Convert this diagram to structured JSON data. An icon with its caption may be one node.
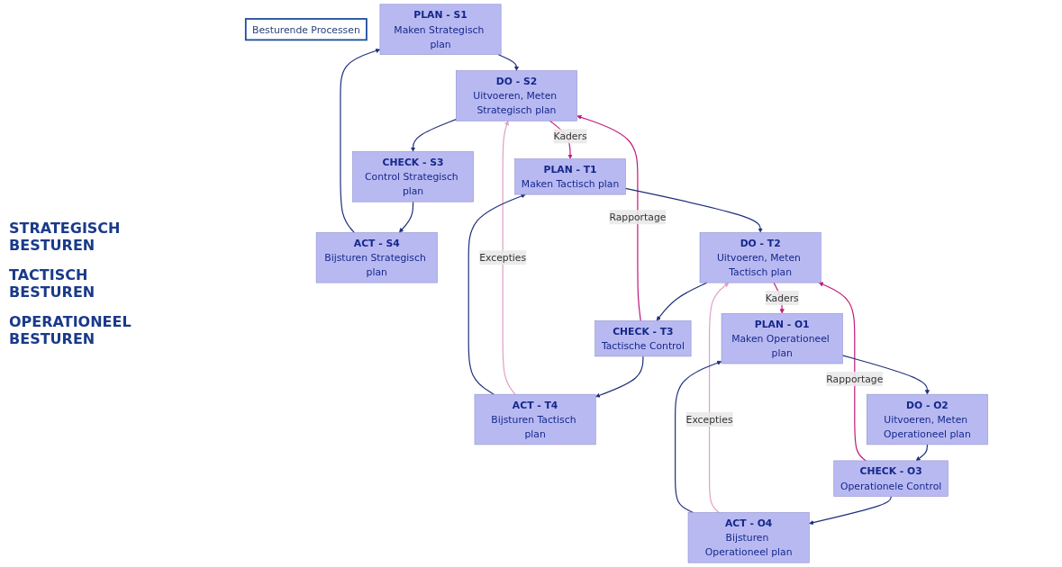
{
  "diagram": {
    "nodes": [
      {
        "text": [
          "Besturende Processen"
        ]
      },
      {
        "text": [
          "PLAN - S1",
          "Maken Strategisch plan"
        ]
      },
      {
        "text": [
          "DO - S2",
          "Uitvoeren, Meten Strategisch plan"
        ]
      },
      {
        "text": [
          "CHECK - S3",
          "Control Strategisch plan"
        ]
      },
      {
        "text": [
          "ACT - S4",
          "Bijsturen Strategisch plan"
        ]
      },
      {
        "text": [
          "PLAN - T1",
          "Maken Tactisch plan"
        ]
      },
      {
        "text": [
          "DO - T2",
          "Uitvoeren, Meten Tactisch plan"
        ]
      },
      {
        "text": [
          "CHECK - T3",
          "Tactische Control"
        ]
      },
      {
        "text": [
          "ACT - T4",
          "Bijsturen Tactisch plan"
        ]
      },
      {
        "text": [
          "PLAN - O1",
          "Maken Operationeel plan"
        ]
      },
      {
        "text": [
          "DO - O2",
          "Uitvoeren, Meten Operationeel plan"
        ]
      },
      {
        "text": [
          "CHECK - O3",
          "Operationele Control"
        ]
      },
      {
        "text": [
          "ACT - O4",
          "Bijsturen Operationeel plan"
        ]
      }
    ],
    "edges": [
      {
        "from": 1,
        "to": 2,
        "arrow": "to"
      },
      {
        "from": 2,
        "to": 3,
        "arrow": "to"
      },
      {
        "from": 3,
        "to": 4,
        "arrow": "to"
      },
      {
        "from": 4,
        "to": 1,
        "arrow": "to"
      },
      {
        "from": 2,
        "to": 5,
        "arrow": "to",
        "label": "Kaders",
        "color": "#c2187a"
      },
      {
        "from": 8,
        "to": 2,
        "arrow": "to",
        "label": "Excepties",
        "color": "#e0a0c4"
      },
      {
        "from": 7,
        "to": 2,
        "arrow": "to",
        "label": "Rapportage",
        "color": "#c2187a"
      },
      {
        "from": 5,
        "to": 6,
        "arrow": "to"
      },
      {
        "from": 6,
        "to": 7,
        "arrow": "to"
      },
      {
        "from": 7,
        "to": 8,
        "arrow": "to"
      },
      {
        "from": 8,
        "to": 5,
        "arrow": "to"
      },
      {
        "from": 6,
        "to": 9,
        "arrow": "to",
        "label": "Kaders",
        "color": "#c2187a"
      },
      {
        "from": 12,
        "to": 6,
        "arrow": "to",
        "label": "Excepties",
        "color": "#e0a0c4"
      },
      {
        "from": 11,
        "to": 6,
        "arrow": "to",
        "label": "Rapportage",
        "color": "#c2187a"
      },
      {
        "from": 9,
        "to": 10,
        "arrow": "to"
      },
      {
        "from": 10,
        "to": 11,
        "arrow": "to"
      },
      {
        "from": 11,
        "to": 12,
        "arrow": "to"
      },
      {
        "from": 12,
        "to": 9,
        "arrow": "to"
      }
    ],
    "labels": [
      "STRATEGISCH BESTUREN",
      "TACTISCH BESTUREN",
      "OPERATIONEEL BESTUREN"
    ]
  }
}
